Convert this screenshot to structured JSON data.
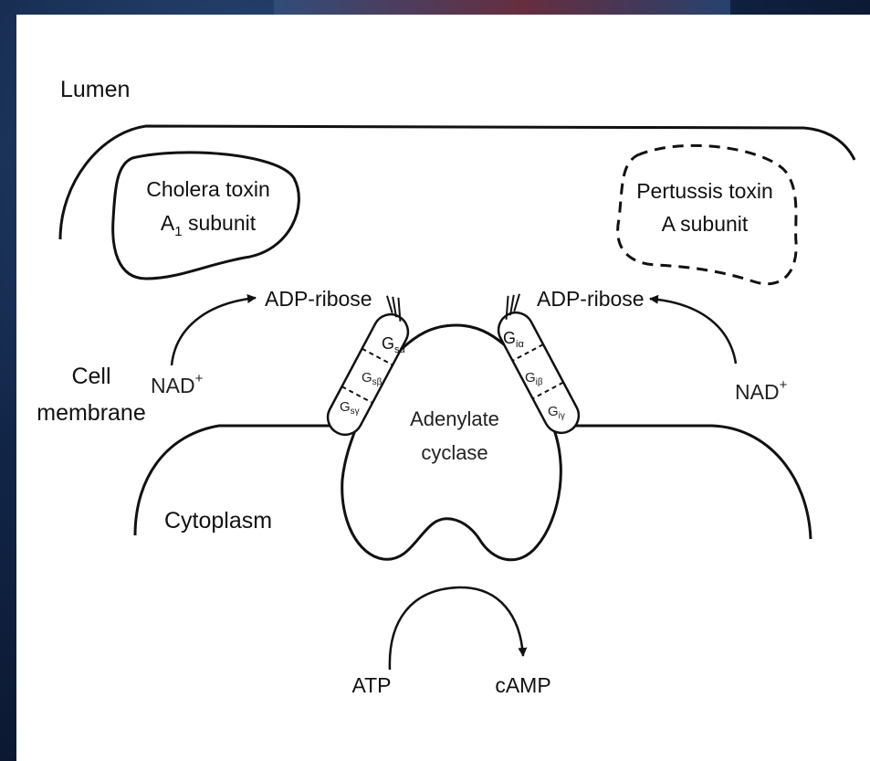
{
  "labels": {
    "lumen": "Lumen",
    "cholera_line1": "Cholera toxin",
    "cholera_line2_main": "A",
    "cholera_line2_sub": "1",
    "cholera_line2_rest": " subunit",
    "pertussis_line1": "Pertussis toxin",
    "pertussis_line2": "A subunit",
    "adp_ribose_left": "ADP-ribose",
    "adp_ribose_right": "ADP-ribose",
    "nad_left": "NAD",
    "nad_right": "NAD",
    "nad_charge": "+",
    "cell_membrane_line1": "Cell",
    "cell_membrane_line2": "membrane",
    "cytoplasm": "Cytoplasm",
    "adenylate_line1": "Adenylate",
    "adenylate_line2": "cyclase",
    "atp": "ATP",
    "camp": "cAMP",
    "g_letter": "G",
    "gs_alpha_sub": "sα",
    "gs_beta_sub": "sβ",
    "gs_gamma_sub": "sγ",
    "gi_alpha_sub": "iα",
    "gi_beta_sub": "iβ",
    "gi_gamma_sub": "iγ"
  }
}
